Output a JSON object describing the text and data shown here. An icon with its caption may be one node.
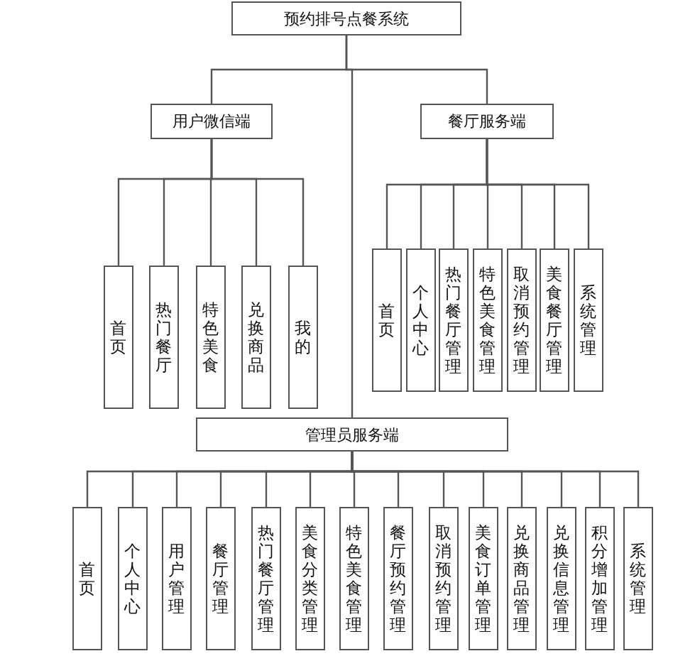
{
  "diagram": {
    "nodes": [
      {
        "text": [
          "预约排号点餐系统"
        ]
      },
      {
        "text": [
          "用户微信端"
        ]
      },
      {
        "text": [
          "餐厅服务端"
        ]
      },
      {
        "text": [
          "首页"
        ]
      },
      {
        "text": [
          "热门餐厅"
        ]
      },
      {
        "text": [
          "特色美食"
        ]
      },
      {
        "text": [
          "兑换商品"
        ]
      },
      {
        "text": [
          "我的"
        ]
      },
      {
        "text": [
          "首页"
        ]
      },
      {
        "text": [
          "个人中心"
        ]
      },
      {
        "text": [
          "热门餐厅管理"
        ]
      },
      {
        "text": [
          "特色美食管理"
        ]
      },
      {
        "text": [
          "取消预约管理"
        ]
      },
      {
        "text": [
          "美食餐厅管理"
        ]
      },
      {
        "text": [
          "系统管理"
        ]
      },
      {
        "text": [
          "管理员服务端"
        ]
      },
      {
        "text": [
          "首页"
        ]
      },
      {
        "text": [
          "个人中心"
        ]
      },
      {
        "text": [
          "用户管理"
        ]
      },
      {
        "text": [
          "餐厅管理"
        ]
      },
      {
        "text": [
          "热门餐厅管理"
        ]
      },
      {
        "text": [
          "美食分类管理"
        ]
      },
      {
        "text": [
          "特色美食管理"
        ]
      },
      {
        "text": [
          "餐厅预约管理"
        ]
      },
      {
        "text": [
          "取消预约管理"
        ]
      },
      {
        "text": [
          "美食订单管理"
        ]
      },
      {
        "text": [
          "兑换商品管理"
        ]
      },
      {
        "text": [
          "兑换信息管理"
        ]
      },
      {
        "text": [
          "积分增加管理"
        ]
      },
      {
        "text": [
          "系统管理"
        ]
      }
    ],
    "edges": [
      {
        "from": 0,
        "to": 1,
        "arrow": "none"
      },
      {
        "from": 0,
        "to": 2,
        "arrow": "none"
      },
      {
        "from": 0,
        "to": 15,
        "arrow": "none"
      },
      {
        "from": 1,
        "to": 3,
        "arrow": "none"
      },
      {
        "from": 1,
        "to": 4,
        "arrow": "none"
      },
      {
        "from": 1,
        "to": 5,
        "arrow": "none"
      },
      {
        "from": 1,
        "to": 6,
        "arrow": "none"
      },
      {
        "from": 1,
        "to": 7,
        "arrow": "none"
      },
      {
        "from": 2,
        "to": 8,
        "arrow": "none"
      },
      {
        "from": 2,
        "to": 9,
        "arrow": "none"
      },
      {
        "from": 2,
        "to": 10,
        "arrow": "none"
      },
      {
        "from": 2,
        "to": 11,
        "arrow": "none"
      },
      {
        "from": 2,
        "to": 12,
        "arrow": "none"
      },
      {
        "from": 2,
        "to": 13,
        "arrow": "none"
      },
      {
        "from": 2,
        "to": 14,
        "arrow": "none"
      },
      {
        "from": 15,
        "to": 16,
        "arrow": "none"
      },
      {
        "from": 15,
        "to": 17,
        "arrow": "none"
      },
      {
        "from": 15,
        "to": 18,
        "arrow": "none"
      },
      {
        "from": 15,
        "to": 19,
        "arrow": "none"
      },
      {
        "from": 15,
        "to": 20,
        "arrow": "none"
      },
      {
        "from": 15,
        "to": 21,
        "arrow": "none"
      },
      {
        "from": 15,
        "to": 22,
        "arrow": "none"
      },
      {
        "from": 15,
        "to": 23,
        "arrow": "none"
      },
      {
        "from": 15,
        "to": 24,
        "arrow": "none"
      },
      {
        "from": 15,
        "to": 25,
        "arrow": "none"
      },
      {
        "from": 15,
        "to": 26,
        "arrow": "none"
      },
      {
        "from": 15,
        "to": 27,
        "arrow": "none"
      },
      {
        "from": 15,
        "to": 28,
        "arrow": "none"
      },
      {
        "from": 15,
        "to": 29,
        "arrow": "none"
      }
    ]
  }
}
